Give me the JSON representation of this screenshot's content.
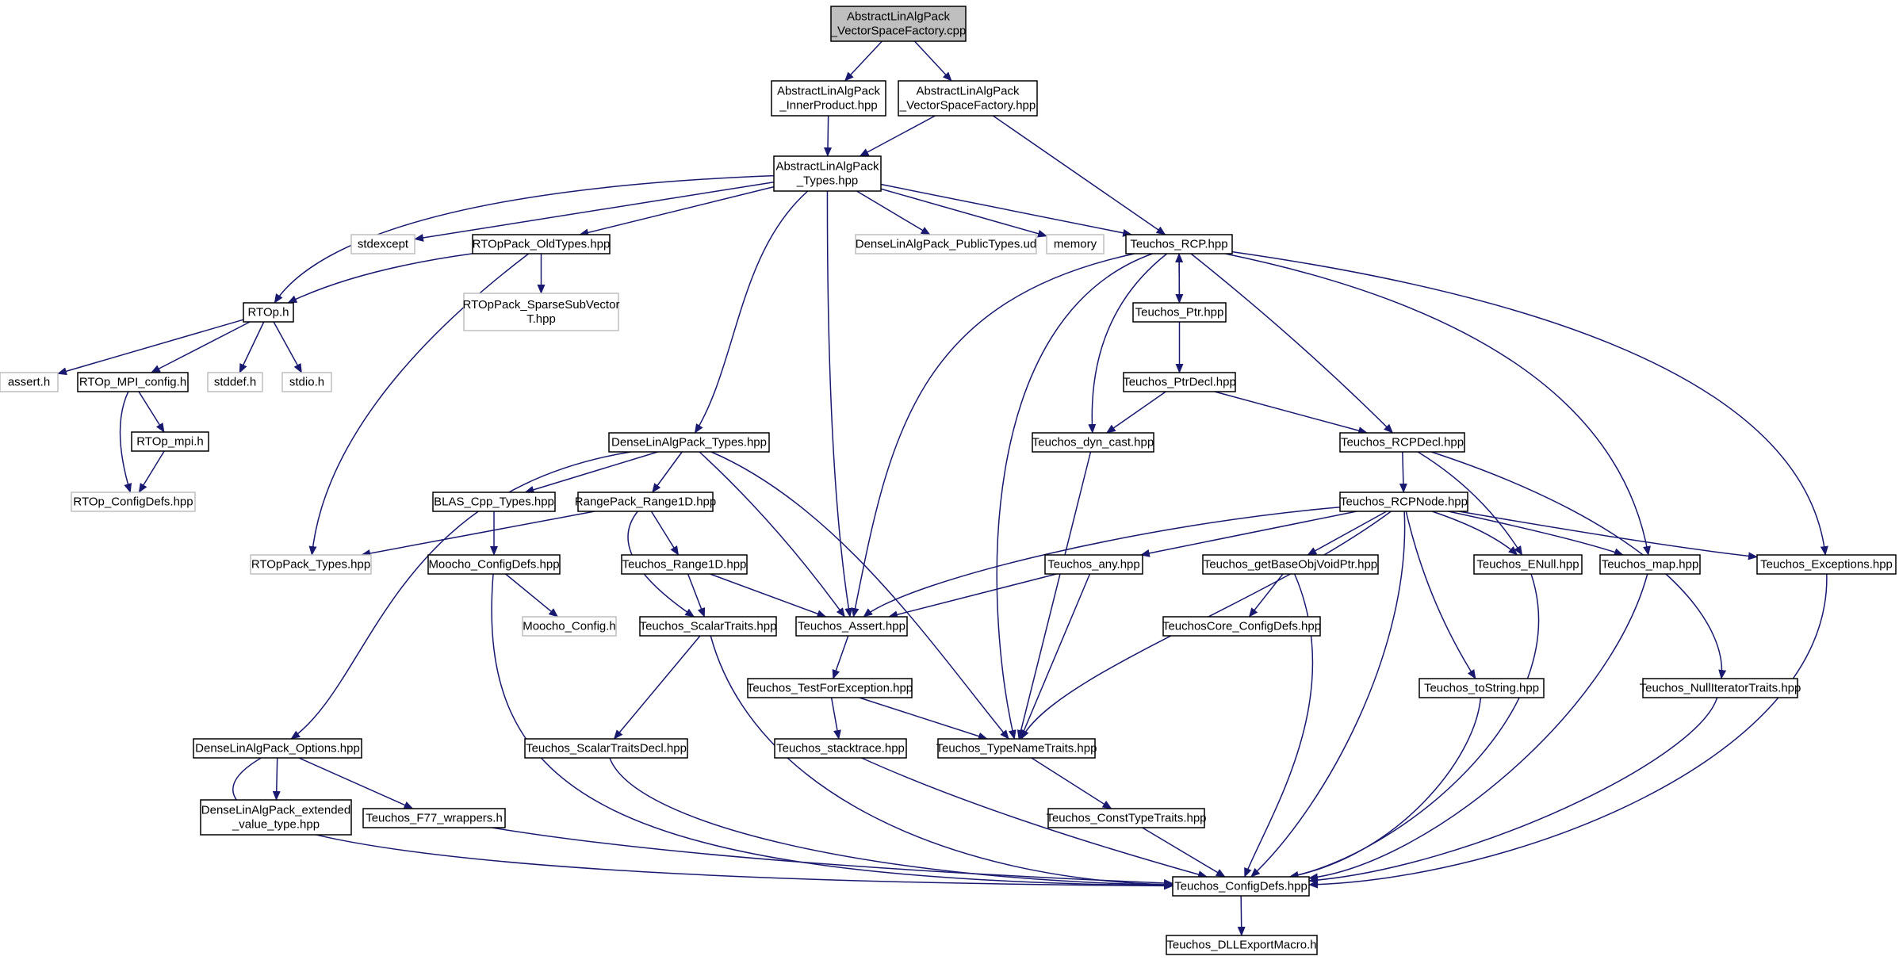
{
  "colors": {
    "edge": "#191970",
    "root_fill": "#bfbfbf",
    "node_border": "#000000",
    "external_border": "#bfbfbf",
    "text": "#000000"
  },
  "nodes": [
    {
      "id": "root",
      "lines": [
        "AbstractLinAlgPack",
        "_VectorSpaceFactory.cpp"
      ],
      "style": "root"
    },
    {
      "id": "innerproduct",
      "lines": [
        "AbstractLinAlgPack",
        "_InnerProduct.hpp"
      ],
      "style": "normal"
    },
    {
      "id": "vsfactory",
      "lines": [
        "AbstractLinAlgPack",
        "_VectorSpaceFactory.hpp"
      ],
      "style": "normal"
    },
    {
      "id": "alatypes",
      "lines": [
        "AbstractLinAlgPack",
        "_Types.hpp"
      ],
      "style": "normal"
    },
    {
      "id": "stdexcept",
      "lines": [
        "stdexcept"
      ],
      "style": "external"
    },
    {
      "id": "oldtypes",
      "lines": [
        "RTOpPack_OldTypes.hpp"
      ],
      "style": "normal"
    },
    {
      "id": "dlapublic",
      "lines": [
        "DenseLinAlgPack_PublicTypes.ud"
      ],
      "style": "external"
    },
    {
      "id": "memory",
      "lines": [
        "memory"
      ],
      "style": "external"
    },
    {
      "id": "rcp",
      "lines": [
        "Teuchos_RCP.hpp"
      ],
      "style": "normal"
    },
    {
      "id": "rtoph",
      "lines": [
        "RTOp.h"
      ],
      "style": "normal"
    },
    {
      "id": "sparsesub",
      "lines": [
        "RTOpPack_SparseSubVector",
        "T.hpp"
      ],
      "style": "external"
    },
    {
      "id": "ptr",
      "lines": [
        "Teuchos_Ptr.hpp"
      ],
      "style": "normal"
    },
    {
      "id": "asserth",
      "lines": [
        "assert.h"
      ],
      "style": "external"
    },
    {
      "id": "mpiconfig",
      "lines": [
        "RTOp_MPI_config.h"
      ],
      "style": "normal"
    },
    {
      "id": "stddef",
      "lines": [
        "stddef.h"
      ],
      "style": "external"
    },
    {
      "id": "stdio",
      "lines": [
        "stdio.h"
      ],
      "style": "external"
    },
    {
      "id": "ptrdecl",
      "lines": [
        "Teuchos_PtrDecl.hpp"
      ],
      "style": "normal"
    },
    {
      "id": "rtopmpi",
      "lines": [
        "RTOp_mpi.h"
      ],
      "style": "normal"
    },
    {
      "id": "dlatypes",
      "lines": [
        "DenseLinAlgPack_Types.hpp"
      ],
      "style": "normal"
    },
    {
      "id": "dyncast",
      "lines": [
        "Teuchos_dyn_cast.hpp"
      ],
      "style": "normal"
    },
    {
      "id": "rcpdecl",
      "lines": [
        "Teuchos_RCPDecl.hpp"
      ],
      "style": "normal"
    },
    {
      "id": "rtopconfigdefs",
      "lines": [
        "RTOp_ConfigDefs.hpp"
      ],
      "style": "external"
    },
    {
      "id": "blas",
      "lines": [
        "BLAS_Cpp_Types.hpp"
      ],
      "style": "normal"
    },
    {
      "id": "range1d",
      "lines": [
        "RangePack_Range1D.hpp"
      ],
      "style": "normal"
    },
    {
      "id": "rcpnode",
      "lines": [
        "Teuchos_RCPNode.hpp"
      ],
      "style": "normal"
    },
    {
      "id": "rtoppacktypes",
      "lines": [
        "RTOpPack_Types.hpp"
      ],
      "style": "external"
    },
    {
      "id": "moochoconfigdefs",
      "lines": [
        "Moocho_ConfigDefs.hpp"
      ],
      "style": "normal"
    },
    {
      "id": "trange1d",
      "lines": [
        "Teuchos_Range1D.hpp"
      ],
      "style": "normal"
    },
    {
      "id": "any",
      "lines": [
        "Teuchos_any.hpp"
      ],
      "style": "normal"
    },
    {
      "id": "getbase",
      "lines": [
        "Teuchos_getBaseObjVoidPtr.hpp"
      ],
      "style": "normal"
    },
    {
      "id": "enull",
      "lines": [
        "Teuchos_ENull.hpp"
      ],
      "style": "normal"
    },
    {
      "id": "map",
      "lines": [
        "Teuchos_map.hpp"
      ],
      "style": "normal"
    },
    {
      "id": "exceptions",
      "lines": [
        "Teuchos_Exceptions.hpp"
      ],
      "style": "normal"
    },
    {
      "id": "moochoconfig",
      "lines": [
        "Moocho_Config.h"
      ],
      "style": "external"
    },
    {
      "id": "scalartraits",
      "lines": [
        "Teuchos_ScalarTraits.hpp"
      ],
      "style": "normal"
    },
    {
      "id": "assert",
      "lines": [
        "Teuchos_Assert.hpp"
      ],
      "style": "normal"
    },
    {
      "id": "coreconfig",
      "lines": [
        "TeuchosCore_ConfigDefs.hpp"
      ],
      "style": "normal"
    },
    {
      "id": "testforexc",
      "lines": [
        "Teuchos_TestForException.hpp"
      ],
      "style": "normal"
    },
    {
      "id": "tostring",
      "lines": [
        "Teuchos_toString.hpp"
      ],
      "style": "normal"
    },
    {
      "id": "nulliter",
      "lines": [
        "Teuchos_NullIteratorTraits.hpp"
      ],
      "style": "normal"
    },
    {
      "id": "dlaoptions",
      "lines": [
        "DenseLinAlgPack_Options.hpp"
      ],
      "style": "normal"
    },
    {
      "id": "scalardecl",
      "lines": [
        "Teuchos_ScalarTraitsDecl.hpp"
      ],
      "style": "normal"
    },
    {
      "id": "stacktrace",
      "lines": [
        "Teuchos_stacktrace.hpp"
      ],
      "style": "normal"
    },
    {
      "id": "typename",
      "lines": [
        "Teuchos_TypeNameTraits.hpp"
      ],
      "style": "normal"
    },
    {
      "id": "extvalue",
      "lines": [
        "DenseLinAlgPack_extended",
        "_value_type.hpp"
      ],
      "style": "normal"
    },
    {
      "id": "f77",
      "lines": [
        "Teuchos_F77_wrappers.h"
      ],
      "style": "normal"
    },
    {
      "id": "consttype",
      "lines": [
        "Teuchos_ConstTypeTraits.hpp"
      ],
      "style": "normal"
    },
    {
      "id": "configdefs",
      "lines": [
        "Teuchos_ConfigDefs.hpp"
      ],
      "style": "normal"
    },
    {
      "id": "dllexport",
      "lines": [
        "Teuchos_DLLExportMacro.h"
      ],
      "style": "normal"
    }
  ],
  "edges": [
    [
      "root",
      "innerproduct"
    ],
    [
      "root",
      "vsfactory"
    ],
    [
      "innerproduct",
      "alatypes"
    ],
    [
      "vsfactory",
      "alatypes"
    ],
    [
      "vsfactory",
      "rcp"
    ],
    [
      "alatypes",
      "stdexcept"
    ],
    [
      "alatypes",
      "oldtypes"
    ],
    [
      "alatypes",
      "dlapublic"
    ],
    [
      "alatypes",
      "memory"
    ],
    [
      "alatypes",
      "rcp"
    ],
    [
      "alatypes",
      "rtoph"
    ],
    [
      "alatypes",
      "dlatypes"
    ],
    [
      "alatypes",
      "assert"
    ],
    [
      "oldtypes",
      "rtoph"
    ],
    [
      "oldtypes",
      "sparsesub"
    ],
    [
      "oldtypes",
      "rtoppacktypes"
    ],
    [
      "rtoph",
      "asserth"
    ],
    [
      "rtoph",
      "mpiconfig"
    ],
    [
      "rtoph",
      "stddef"
    ],
    [
      "rtoph",
      "stdio"
    ],
    [
      "mpiconfig",
      "rtopmpi"
    ],
    [
      "mpiconfig",
      "rtopconfigdefs"
    ],
    [
      "rtopmpi",
      "rtopconfigdefs"
    ],
    [
      "rcp",
      "ptr"
    ],
    [
      "ptr",
      "rcp"
    ],
    [
      "rcp",
      "dyncast"
    ],
    [
      "rcp",
      "rcpdecl"
    ],
    [
      "rcp",
      "assert"
    ],
    [
      "rcp",
      "typename"
    ],
    [
      "rcp",
      "map"
    ],
    [
      "rcp",
      "exceptions"
    ],
    [
      "ptr",
      "ptrdecl"
    ],
    [
      "ptrdecl",
      "dyncast"
    ],
    [
      "ptrdecl",
      "rcpdecl"
    ],
    [
      "dlatypes",
      "blas"
    ],
    [
      "dlatypes",
      "range1d"
    ],
    [
      "dlatypes",
      "dlaoptions"
    ],
    [
      "dlatypes",
      "assert"
    ],
    [
      "dlatypes",
      "typename"
    ],
    [
      "dyncast",
      "typename"
    ],
    [
      "rcpdecl",
      "rcpnode"
    ],
    [
      "rcpdecl",
      "enull"
    ],
    [
      "rcpdecl",
      "nulliter"
    ],
    [
      "blas",
      "moochoconfigdefs"
    ],
    [
      "range1d",
      "rtoppacktypes"
    ],
    [
      "range1d",
      "trange1d"
    ],
    [
      "range1d",
      "scalartraits"
    ],
    [
      "rcpnode",
      "any"
    ],
    [
      "rcpnode",
      "getbase"
    ],
    [
      "rcpnode",
      "enull"
    ],
    [
      "rcpnode",
      "map"
    ],
    [
      "rcpnode",
      "exceptions"
    ],
    [
      "rcpnode",
      "assert"
    ],
    [
      "rcpnode",
      "typename"
    ],
    [
      "rcpnode",
      "tostring"
    ],
    [
      "rcpnode",
      "configdefs"
    ],
    [
      "moochoconfigdefs",
      "moochoconfig"
    ],
    [
      "moochoconfigdefs",
      "configdefs"
    ],
    [
      "trange1d",
      "scalartraits"
    ],
    [
      "trange1d",
      "assert"
    ],
    [
      "any",
      "assert"
    ],
    [
      "any",
      "typename"
    ],
    [
      "getbase",
      "coreconfig"
    ],
    [
      "getbase",
      "configdefs"
    ],
    [
      "enull",
      "configdefs"
    ],
    [
      "map",
      "configdefs"
    ],
    [
      "exceptions",
      "configdefs"
    ],
    [
      "scalartraits",
      "scalardecl"
    ],
    [
      "scalartraits",
      "configdefs"
    ],
    [
      "assert",
      "testforexc"
    ],
    [
      "testforexc",
      "stacktrace"
    ],
    [
      "testforexc",
      "typename"
    ],
    [
      "tostring",
      "configdefs"
    ],
    [
      "nulliter",
      "configdefs"
    ],
    [
      "dlaoptions",
      "extvalue"
    ],
    [
      "dlaoptions",
      "f77"
    ],
    [
      "dlaoptions",
      "configdefs"
    ],
    [
      "scalardecl",
      "configdefs"
    ],
    [
      "stacktrace",
      "configdefs"
    ],
    [
      "typename",
      "consttype"
    ],
    [
      "consttype",
      "configdefs"
    ],
    [
      "f77",
      "configdefs"
    ],
    [
      "configdefs",
      "dllexport"
    ]
  ]
}
